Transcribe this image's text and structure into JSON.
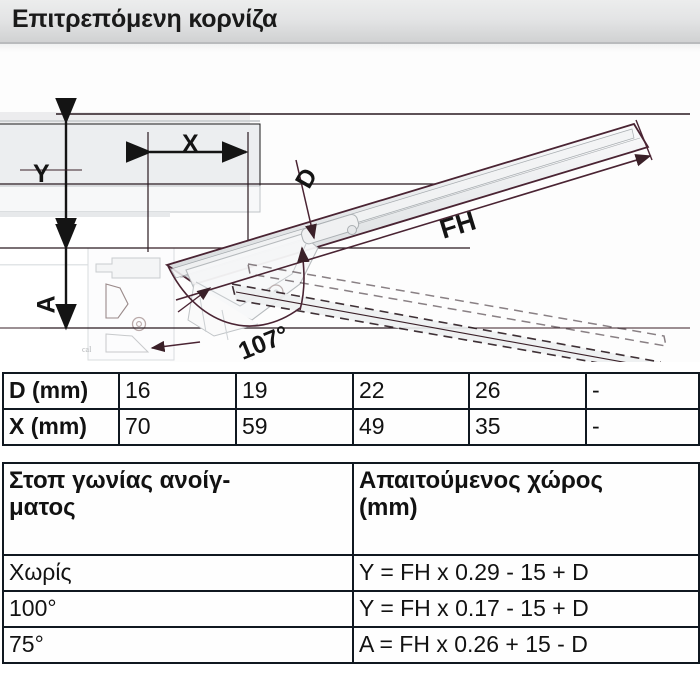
{
  "header": {
    "title": "Επιτρεπόμενη κορνίζα"
  },
  "diagram": {
    "labels": {
      "x": "X",
      "y": "Y",
      "a": "A",
      "d": "D",
      "fh": "FH",
      "angle": "107°"
    },
    "colors": {
      "outline": "#4a2433",
      "panel_fill": "#e9ebec",
      "hinge_fill": "#f2f3f4",
      "dimension": "#141414"
    }
  },
  "tables": {
    "dimensions": {
      "rows": [
        {
          "key": "D (mm)",
          "values": [
            "16",
            "19",
            "22",
            "26",
            "-"
          ]
        },
        {
          "key": "X (mm)",
          "values": [
            "70",
            "59",
            "49",
            "35",
            "-"
          ]
        }
      ]
    },
    "space": {
      "headers": [
        "Στοπ γωνίας ανοίγ-ματος",
        "Απαιτούμενος χώρος (mm)"
      ],
      "header_left_line1": "Στοπ γωνίας ανοίγ-",
      "header_left_line2": "ματος",
      "header_right_line1": "Απαιτούμενος χώρος",
      "header_right_line2": "(mm)",
      "rows": [
        {
          "stop": "Χωρίς",
          "formula": "Y = FH x 0.29 - 15 + D"
        },
        {
          "stop": "100°",
          "formula": "Y = FH x 0.17 - 15 + D"
        },
        {
          "stop": "75°",
          "formula": "A = FH x 0.26 + 15 - D"
        }
      ]
    }
  }
}
